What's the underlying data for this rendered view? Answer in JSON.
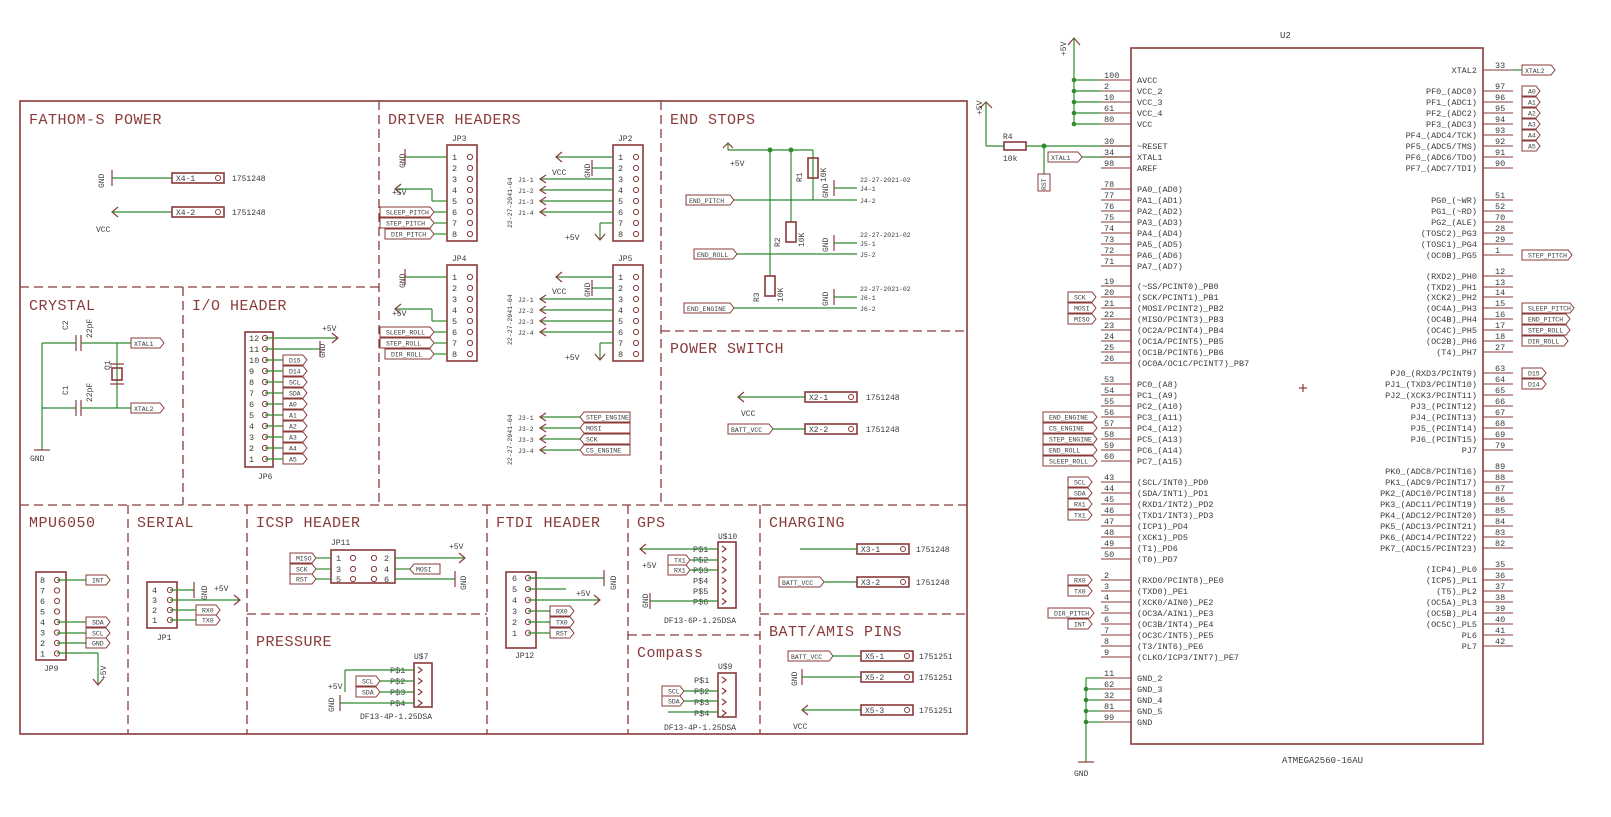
{
  "sections": {
    "fathom_power": "FATHOM-S POWER",
    "driver_headers": "DRIVER HEADERS",
    "end_stops": "END STOPS",
    "crystal": "CRYSTAL",
    "io_header": "I/O HEADER",
    "power_switch": "POWER SWITCH",
    "mpu6050": "MPU6050",
    "serial": "SERIAL",
    "icsp_header": "ICSP HEADER",
    "ftdi_header": "FTDI HEADER",
    "gps": "GPS",
    "charging": "CHARGING",
    "pressure": "PRESSURE",
    "compass": "Compass",
    "batt_amis": "BATT/AMIS PINS"
  },
  "power": {
    "x4_1": "X4-1",
    "x4_2": "X4-2",
    "part": "1751248",
    "gnd": "GND",
    "vcc": "VCC"
  },
  "crystal": {
    "c1": "C1",
    "c2": "C2",
    "cval": "22pF",
    "q1": "Q1",
    "xtal1": "XTAL1",
    "xtal2": "XTAL2",
    "gnd": "GND"
  },
  "driver": {
    "jp3": "JP3",
    "jp2": "JP2",
    "jp4": "JP4",
    "jp5": "JP5",
    "plus5v": "+5V",
    "gnd": "GND",
    "vcc": "VCC",
    "sleep_pitch": "SLEEP_PITCH",
    "step_pitch": "STEP_PITCH",
    "dir_pitch": "DIR_PITCH",
    "sleep_roll": "SLEEP_ROLL",
    "step_roll": "STEP_ROLL",
    "dir_roll": "DIR_ROLL",
    "conn": "22-27-2041-04",
    "j1": [
      "J1-1",
      "J1-2",
      "J1-3",
      "J1-4"
    ],
    "j2": [
      "J2-1",
      "J2-2",
      "J2-3",
      "J2-4"
    ],
    "j3": [
      "J3-1",
      "J3-2",
      "J3-3",
      "J3-4"
    ],
    "j3_nets": [
      "STEP_ENGINE",
      "MOSI",
      "SCK",
      "CS_ENGINE"
    ]
  },
  "endstops": {
    "plus5v": "+5V",
    "r1": "R1",
    "r2": "R2",
    "r3": "R3",
    "rval": "10K",
    "conn": "22-27-2021-02",
    "gnd": "GND",
    "j4": [
      "J4-1",
      "J4-2"
    ],
    "j5": [
      "J5-1",
      "J5-2"
    ],
    "j6": [
      "J6-1",
      "J6-2"
    ],
    "end_pitch": "END_PITCH",
    "end_roll": "END_ROLL",
    "end_engine": "END_ENGINE"
  },
  "io": {
    "jp6": "JP6",
    "plus5v": "+5V",
    "gnd": "GND",
    "pins": [
      "12",
      "11",
      "10",
      "9",
      "8",
      "7",
      "6",
      "5",
      "4",
      "3",
      "2",
      "1"
    ],
    "nets": [
      "D15",
      "D14",
      "SCL",
      "SDA",
      "A0",
      "A1",
      "A2",
      "A3",
      "A4",
      "A5"
    ]
  },
  "pswitch": {
    "x2_1": "X2-1",
    "x2_2": "X2-2",
    "part": "1751248",
    "vcc": "VCC",
    "batt": "BATT_VCC"
  },
  "mpu": {
    "jp9": "JP9",
    "pins": [
      "8",
      "7",
      "6",
      "5",
      "4",
      "3",
      "2",
      "1"
    ],
    "nets": [
      "INT",
      "SDA",
      "SCL",
      "GND"
    ],
    "plus5v": "+5V"
  },
  "serial": {
    "jp1": "JP1",
    "pins": [
      "4",
      "3",
      "2",
      "1"
    ],
    "gnd": "GND",
    "plus5v": "+5V",
    "rx": "RX0",
    "tx": "TX0"
  },
  "icsp": {
    "jp11": "JP11",
    "pins": [
      "1",
      "3",
      "5",
      "2",
      "4",
      "6"
    ],
    "miso": "MISO",
    "sck": "SCK",
    "rst": "RST",
    "mosi": "MOSI",
    "plus5v": "+5V",
    "gnd": "GND"
  },
  "ftdi": {
    "jp12": "JP12",
    "pins": [
      "6",
      "5",
      "4",
      "3",
      "2",
      "1"
    ],
    "gnd": "GND",
    "plus5v": "+5V",
    "rx": "RX0",
    "tx": "TX0",
    "rst": "RST"
  },
  "gps": {
    "u10": "U$10",
    "pins": [
      "P$1",
      "P$2",
      "P$3",
      "P$4",
      "P$5",
      "P$6"
    ],
    "tx1": "TX1",
    "rx1": "RX1",
    "plus5v": "+5V",
    "gnd": "GND",
    "pkg": "DF13-6P-1.25DSA"
  },
  "charging": {
    "x3_1": "X3-1",
    "x3_2": "X3-2",
    "part": "1751248",
    "batt": "BATT_VCC"
  },
  "pressure": {
    "u7": "U$7",
    "pins": [
      "P$1",
      "P$2",
      "P$3",
      "P$4"
    ],
    "scl": "SCL",
    "sda": "SDA",
    "plus5v": "+5V",
    "gnd": "GND",
    "pkg": "DF13-4P-1.25DSA"
  },
  "compass": {
    "u9": "U$9",
    "pins": [
      "P$1",
      "P$2",
      "P$3",
      "P$4"
    ],
    "scl": "SCL",
    "sda": "SDA",
    "pkg": "DF13-4P-1.25DSA"
  },
  "batt": {
    "x5_1": "X5-1",
    "x5_2": "X5-2",
    "x5_3": "X5-3",
    "part": "1751251",
    "batt": "BATT_VCC",
    "gnd": "GND",
    "vcc": "VCC"
  },
  "mcu": {
    "name": "U2",
    "part": "ATMEGA2560-16AU",
    "plus5v": "+5V",
    "gnd": "GND",
    "r4": "R4",
    "r4val": "10k",
    "rst": "RST",
    "xtal1": "XTAL1",
    "xtal2": "XTAL2",
    "left": [
      [
        "100",
        "AVCC"
      ],
      [
        "2",
        "VCC_2"
      ],
      [
        "10",
        "VCC_3"
      ],
      [
        "61",
        "VCC_4"
      ],
      [
        "80",
        "VCC"
      ],
      [
        "30",
        "~RESET"
      ],
      [
        "34",
        "XTAL1"
      ],
      [
        "98",
        "AREF"
      ],
      [
        "78",
        "PA0_(AD0)"
      ],
      [
        "77",
        "PA1_(AD1)"
      ],
      [
        "76",
        "PA2_(AD2)"
      ],
      [
        "75",
        "PA3_(AD3)"
      ],
      [
        "74",
        "PA4_(AD4)"
      ],
      [
        "73",
        "PA5_(AD5)"
      ],
      [
        "72",
        "PA6_(AD6)"
      ],
      [
        "71",
        "PA7_(AD7)"
      ],
      [
        "19",
        "(~SS/PCINT0)_PB0"
      ],
      [
        "20",
        "(SCK/PCINT1)_PB1"
      ],
      [
        "21",
        "(MOSI/PCINT2)_PB2"
      ],
      [
        "22",
        "(MISO/PCINT3)_PB3"
      ],
      [
        "23",
        "(OC2A/PCINT4)_PB4"
      ],
      [
        "24",
        "(OC1A/PCINT5)_PB5"
      ],
      [
        "25",
        "(OC1B/PCINT6)_PB6"
      ],
      [
        "26",
        "(OC0A/OC1C/PCINT7)_PB7"
      ],
      [
        "53",
        "PC0_(A8)"
      ],
      [
        "54",
        "PC1_(A9)"
      ],
      [
        "55",
        "PC2_(A10)"
      ],
      [
        "56",
        "PC3_(A11)"
      ],
      [
        "57",
        "PC4_(A12)"
      ],
      [
        "58",
        "PC5_(A13)"
      ],
      [
        "59",
        "PC6_(A14)"
      ],
      [
        "60",
        "PC7_(A15)"
      ],
      [
        "43",
        "(SCL/INT0)_PD0"
      ],
      [
        "44",
        "(SDA/INT1)_PD1"
      ],
      [
        "45",
        "(RXD1/INT2)_PD2"
      ],
      [
        "46",
        "(TXD1/INT3)_PD3"
      ],
      [
        "47",
        "(ICP1)_PD4"
      ],
      [
        "48",
        "(XCK1)_PD5"
      ],
      [
        "49",
        "(T1)_PD6"
      ],
      [
        "50",
        "(T0)_PD7"
      ],
      [
        "2",
        "(RXD0/PCINT8)_PE0"
      ],
      [
        "3",
        "(TXD0)_PE1"
      ],
      [
        "4",
        "(XCK0/AIN0)_PE2"
      ],
      [
        "5",
        "(OC3A/AIN1)_PE3"
      ],
      [
        "6",
        "(OC3B/INT4)_PE4"
      ],
      [
        "7",
        "(OC3C/INT5)_PE5"
      ],
      [
        "8",
        "(T3/INT6)_PE6"
      ],
      [
        "9",
        "(CLKO/ICP3/INT7)_PE7"
      ],
      [
        "11",
        "GND_2"
      ],
      [
        "62",
        "GND_3"
      ],
      [
        "32",
        "GND_4"
      ],
      [
        "81",
        "GND_5"
      ],
      [
        "99",
        "GND"
      ]
    ],
    "right": [
      [
        "33",
        "XTAL2"
      ],
      [
        "97",
        "PF0_(ADC0)"
      ],
      [
        "96",
        "PF1_(ADC1)"
      ],
      [
        "95",
        "PF2_(ADC2)"
      ],
      [
        "94",
        "PF3_(ADC3)"
      ],
      [
        "93",
        "PF4_(ADC4/TCK)"
      ],
      [
        "92",
        "PF5_(ADC5/TMS)"
      ],
      [
        "91",
        "PF6_(ADC6/TDO)"
      ],
      [
        "90",
        "PF7_(ADC7/TDI)"
      ],
      [
        "51",
        "PG0_(~WR)"
      ],
      [
        "52",
        "PG1_(~RD)"
      ],
      [
        "70",
        "PG2_(ALE)"
      ],
      [
        "28",
        "(TOSC2)_PG3"
      ],
      [
        "29",
        "(TOSC1)_PG4"
      ],
      [
        "1",
        "(OC0B)_PG5"
      ],
      [
        "12",
        "(RXD2)_PH0"
      ],
      [
        "13",
        "(TXD2)_PH1"
      ],
      [
        "14",
        "(XCK2)_PH2"
      ],
      [
        "15",
        "(OC4A)_PH3"
      ],
      [
        "16",
        "(OC4B)_PH4"
      ],
      [
        "17",
        "(OC4C)_PH5"
      ],
      [
        "18",
        "(OC2B)_PH6"
      ],
      [
        "27",
        "(T4)_PH7"
      ],
      [
        "63",
        "PJ0_(RXD3/PCINT9)"
      ],
      [
        "64",
        "PJ1_(TXD3/PCINT10)"
      ],
      [
        "65",
        "PJ2_(XCK3/PCINT11)"
      ],
      [
        "66",
        "PJ3_(PCINT12)"
      ],
      [
        "67",
        "PJ4_(PCINT13)"
      ],
      [
        "68",
        "PJ5_(PCINT14)"
      ],
      [
        "69",
        "PJ6_(PCINT15)"
      ],
      [
        "79",
        "PJ7"
      ],
      [
        "89",
        "PK0_(ADC8/PCINT16)"
      ],
      [
        "88",
        "PK1_(ADC9/PCINT17)"
      ],
      [
        "87",
        "PK2_(ADC10/PCINT18)"
      ],
      [
        "86",
        "PK3_(ADC11/PCINT19)"
      ],
      [
        "85",
        "PK4_(ADC12/PCINT20)"
      ],
      [
        "84",
        "PK5_(ADC13/PCINT21)"
      ],
      [
        "83",
        "PK6_(ADC14/PCINT22)"
      ],
      [
        "82",
        "PK7_(ADC15/PCINT23)"
      ],
      [
        "35",
        "(ICP4)_PL0"
      ],
      [
        "36",
        "(ICP5)_PL1"
      ],
      [
        "37",
        "(T5)_PL2"
      ],
      [
        "38",
        "(OC5A)_PL3"
      ],
      [
        "39",
        "(OC5B)_PL4"
      ],
      [
        "40",
        "(OC5C)_PL5"
      ],
      [
        "41",
        "PL6"
      ],
      [
        "42",
        "PL7"
      ]
    ],
    "left_nets": {
      "SCK": "SCK",
      "MOSI": "MOSI",
      "MISO": "MISO",
      "END_ENGINE": "END_ENGINE",
      "CS_ENGINE": "CS_ENGINE",
      "STEP_ENGINE": "STEP_ENGINE",
      "END_ROLL": "END_ROLL",
      "SLEEP_ROLL": "SLEEP_ROLL",
      "SCL": "SCL",
      "SDA": "SDA",
      "RX1": "RX1",
      "TX1": "TX1",
      "RX0": "RX0",
      "TX0": "TX0",
      "DIR_PITCH": "DIR_PITCH",
      "INT": "INT"
    },
    "right_nets": [
      "A0",
      "A1",
      "A2",
      "A3",
      "A4",
      "A5",
      "STEP_PITCH",
      "SLEEP_PITCH",
      "END_PITCH",
      "STEP_ROLL",
      "DIR_ROLL",
      "D15",
      "D14"
    ]
  }
}
